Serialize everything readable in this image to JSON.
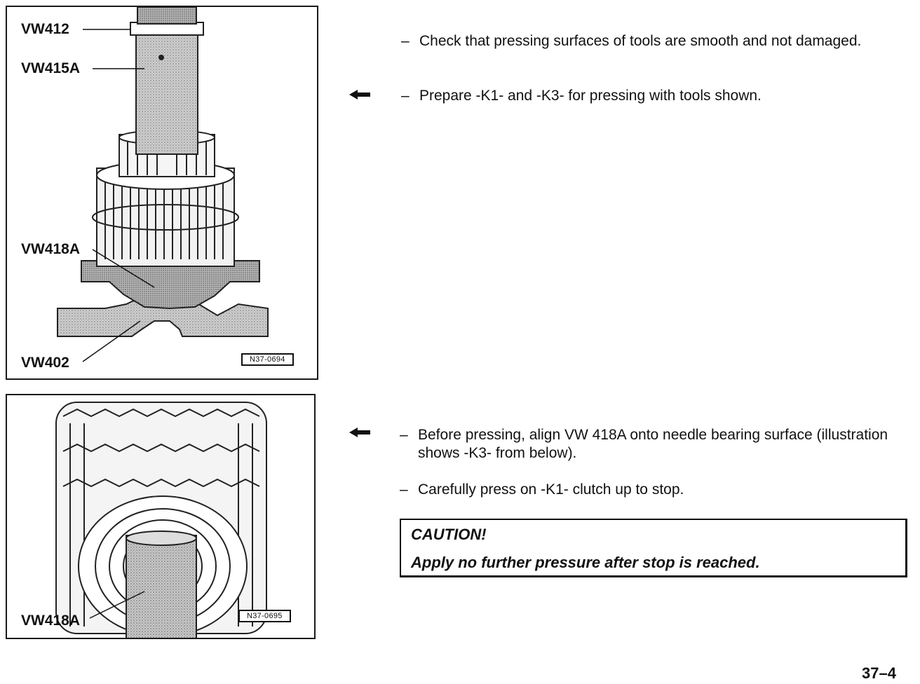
{
  "figure1": {
    "labels": {
      "vw412": "VW412",
      "vw415a": "VW415A",
      "vw418a": "VW418A",
      "vw402": "VW402"
    },
    "ref": "N37-0694"
  },
  "figure2": {
    "labels": {
      "vw418a": "VW418A"
    },
    "ref": "N37-0695"
  },
  "steps": {
    "step1": "Check that pressing surfaces of tools are smooth and not damaged.",
    "step2": "Prepare -K1- and -K3- for pressing with tools shown.",
    "step3": "Before pressing, align VW 418A onto needle bearing surface (illustration shows -K3- from below).",
    "step4": "Carefully press on -K1- clutch up to stop."
  },
  "dash": "–",
  "caution": {
    "title": "CAUTION!",
    "text": "Apply no further pressure after stop is reached."
  },
  "page_number": "37–4",
  "icons": {
    "pointer": "pointer-arrow-icon"
  }
}
